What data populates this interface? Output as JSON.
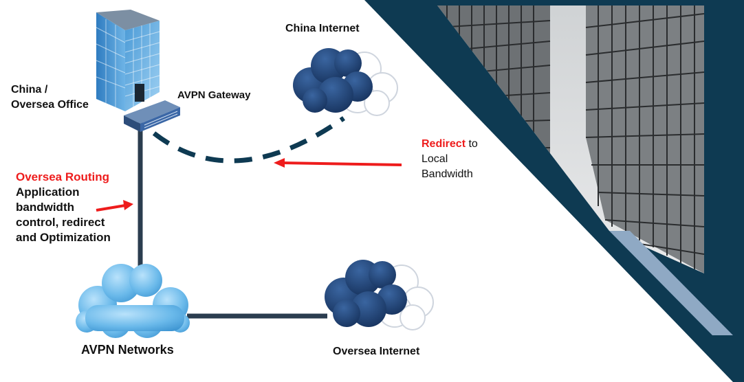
{
  "labels": {
    "office_line1": "China /",
    "office_line2": "Oversea Office",
    "gateway": "AVPN Gateway",
    "china_internet": "China Internet",
    "oversea_internet": "Oversea Internet",
    "avpn_networks": "AVPN Networks"
  },
  "redirect_note": {
    "highlight": "Redirect",
    "rest_line1": " to",
    "line2": "Local",
    "line3": "Bandwidth"
  },
  "routing_note": {
    "highlight": "Oversea Routing",
    "line2": "Application",
    "line3": "bandwidth",
    "line4": "control, redirect",
    "line5": "and Optimization"
  },
  "colors": {
    "navy": "#0e3a52",
    "cloud_dark": "#1d3f73",
    "cloud_light": "#5fb2e6",
    "accent_red": "#ee1c1c",
    "link_line": "#2b3d4f",
    "stripe": "#8fa9c4"
  }
}
